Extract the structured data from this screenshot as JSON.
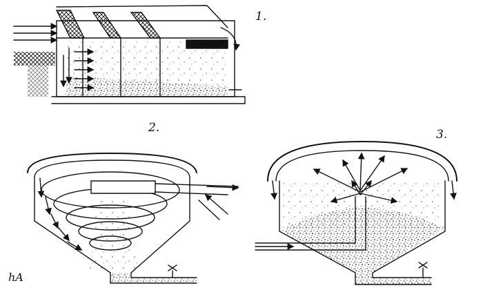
{
  "labels": {
    "fig1": "1.",
    "fig2": "2.",
    "fig3": "3.",
    "signature": "hA"
  },
  "colors": {
    "ink": "#111111",
    "paper": "#ffffff"
  }
}
